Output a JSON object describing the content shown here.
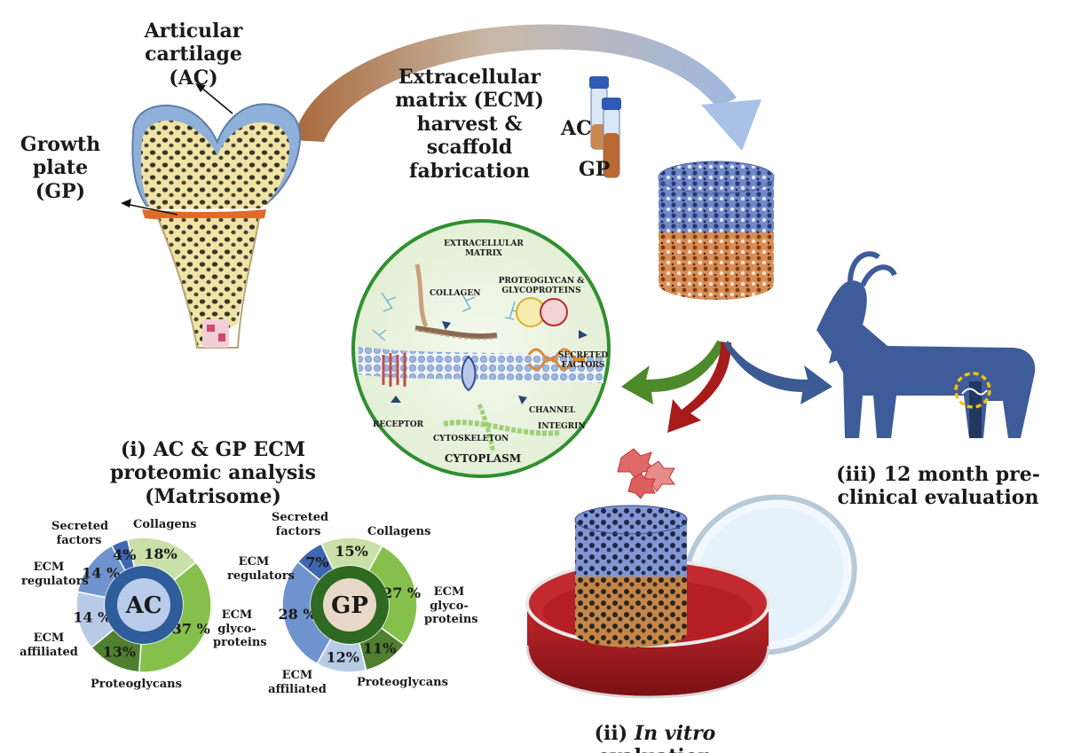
{
  "labels": {
    "articular_cartilage": "Articular cartilage (AC)",
    "growth_plate": "Growth plate (GP)",
    "ecm_harvest": "Extracellular matrix (ECM) harvest & scaffold fabrication",
    "tube_ac": "AC",
    "tube_gp": "GP",
    "proteomic_title": "(i) AC & GP ECM proteomic analysis (Matrisome)",
    "in_vitro_prefix": "(ii) ",
    "in_vitro_italic": "In vitro",
    "in_vitro_suffix": " evaluation",
    "preclinical": "(iii) 12 month pre-clinical evaluation"
  },
  "ecm_inset": {
    "title": "EXTRACELLULAR MATRIX",
    "collagen": "COLLAGEN",
    "proteoglycan": "PROTEOGLYCAN & GLYCOPROTEINS",
    "secreted": "SECRETED FACTORS",
    "receptor": "RECEPTOR",
    "channel": "CHANNEL",
    "integrin": "INTEGRIN",
    "cytoskeleton": "CYTOSKELETON",
    "cytoplasm": "CYTOPLASM"
  },
  "colors": {
    "collagens": "#c9e0a8",
    "glycoproteins": "#86c04c",
    "proteoglycans": "#4f7f2f",
    "affiliated": "#b8cbe6",
    "regulators": "#6f93cf",
    "secreted": "#3f66b0",
    "arrow_brown": "#a8693a",
    "arrow_blue": "#9fb8e0",
    "arrow_green": "#4c8a2a",
    "arrow_red": "#a81b1b",
    "arrow_navy": "#3c5a94",
    "goat": "#3e5c99"
  },
  "chart_data": [
    {
      "type": "pie",
      "center_label": "AC",
      "categories": [
        "Collagens",
        "ECM glyco-proteins",
        "Proteoglycans",
        "ECM affiliated",
        "ECM regulators",
        "Secreted factors"
      ],
      "values": [
        18,
        37,
        13,
        14,
        14,
        4
      ],
      "value_labels": [
        "18%",
        "37 %",
        "13%",
        "14 %",
        "14 %",
        "4%"
      ]
    },
    {
      "type": "pie",
      "center_label": "GP",
      "categories": [
        "Collagens",
        "ECM glyco-proteins",
        "Proteoglycans",
        "ECM affiliated",
        "ECM regulators",
        "Secreted factors"
      ],
      "values": [
        15,
        27,
        11,
        12,
        28,
        7
      ],
      "value_labels": [
        "15%",
        "27 %",
        "11%",
        "12%",
        "28 %",
        "7%"
      ]
    }
  ],
  "donut_labels": {
    "ac": {
      "secreted": "Secreted factors",
      "collagens": "Collagens",
      "regulators": "ECM regulators",
      "glyco": "ECM glyco-proteins",
      "affiliated": "ECM affiliated",
      "proteoglycans": "Proteoglycans"
    },
    "gp": {
      "secreted": "Secreted factors",
      "collagens": "Collagens",
      "regulators": "ECM regulators",
      "glyco": "ECM glyco-proteins",
      "affiliated": "ECM affiliated",
      "proteoglycans": "Proteoglycans"
    }
  }
}
